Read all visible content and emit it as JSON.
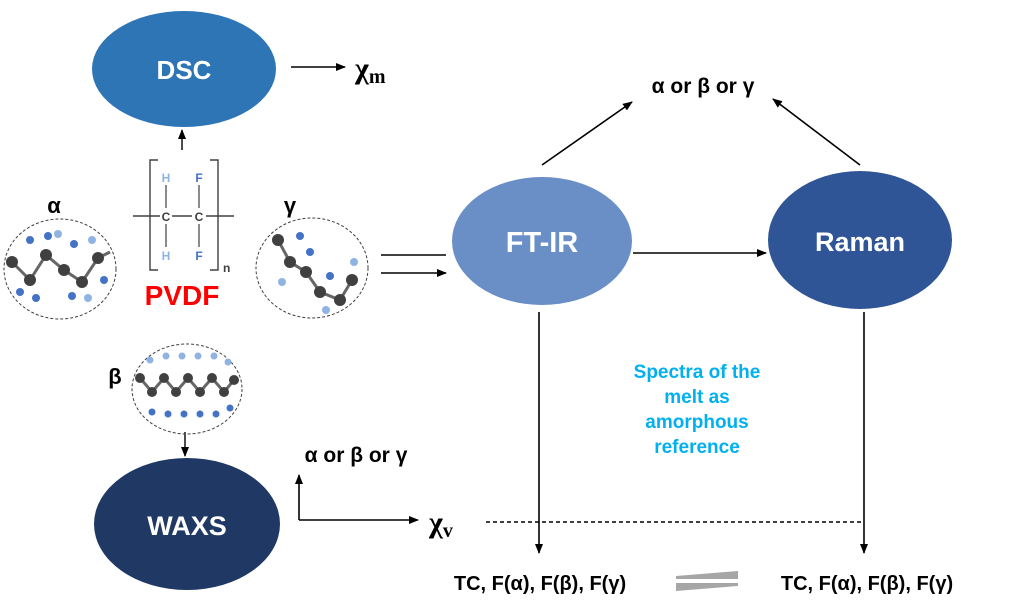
{
  "nodes": {
    "dsc": "DSC",
    "ftir": "FT-IR",
    "raman": "Raman",
    "waxs": "WAXS"
  },
  "chi_m": {
    "base": "χ",
    "sub": "m"
  },
  "chi_v": {
    "base": "χ",
    "sub": "v"
  },
  "phases": {
    "alpha": "α",
    "beta": "β",
    "gamma": "γ"
  },
  "pvdf": {
    "label": "PVDF",
    "h_top": "H",
    "f_top": "F",
    "h_bottom": "H",
    "f_bottom": "F",
    "c_left": "C",
    "c_right": "C",
    "repeat": "n"
  },
  "outcomes": {
    "spectroscopy": "α or β or γ",
    "waxs": "α or β or γ"
  },
  "note": [
    "Spectra of the",
    "melt as",
    "amorphous",
    "reference"
  ],
  "results": {
    "left": "TC, F(α), F(β), F(γ)",
    "right": "TC, F(α), F(β), F(γ)"
  },
  "colors": {
    "dsc": "#2e75b6",
    "ftir": "#6a8fc7",
    "raman": "#2f5597",
    "waxs": "#1f3864",
    "pvdf_red": "#ff0000",
    "note_cyan": "#00b0f0",
    "atom_dark": "#404040",
    "atom_blue": "#4472c4",
    "atom_light": "#8fb4e3"
  }
}
